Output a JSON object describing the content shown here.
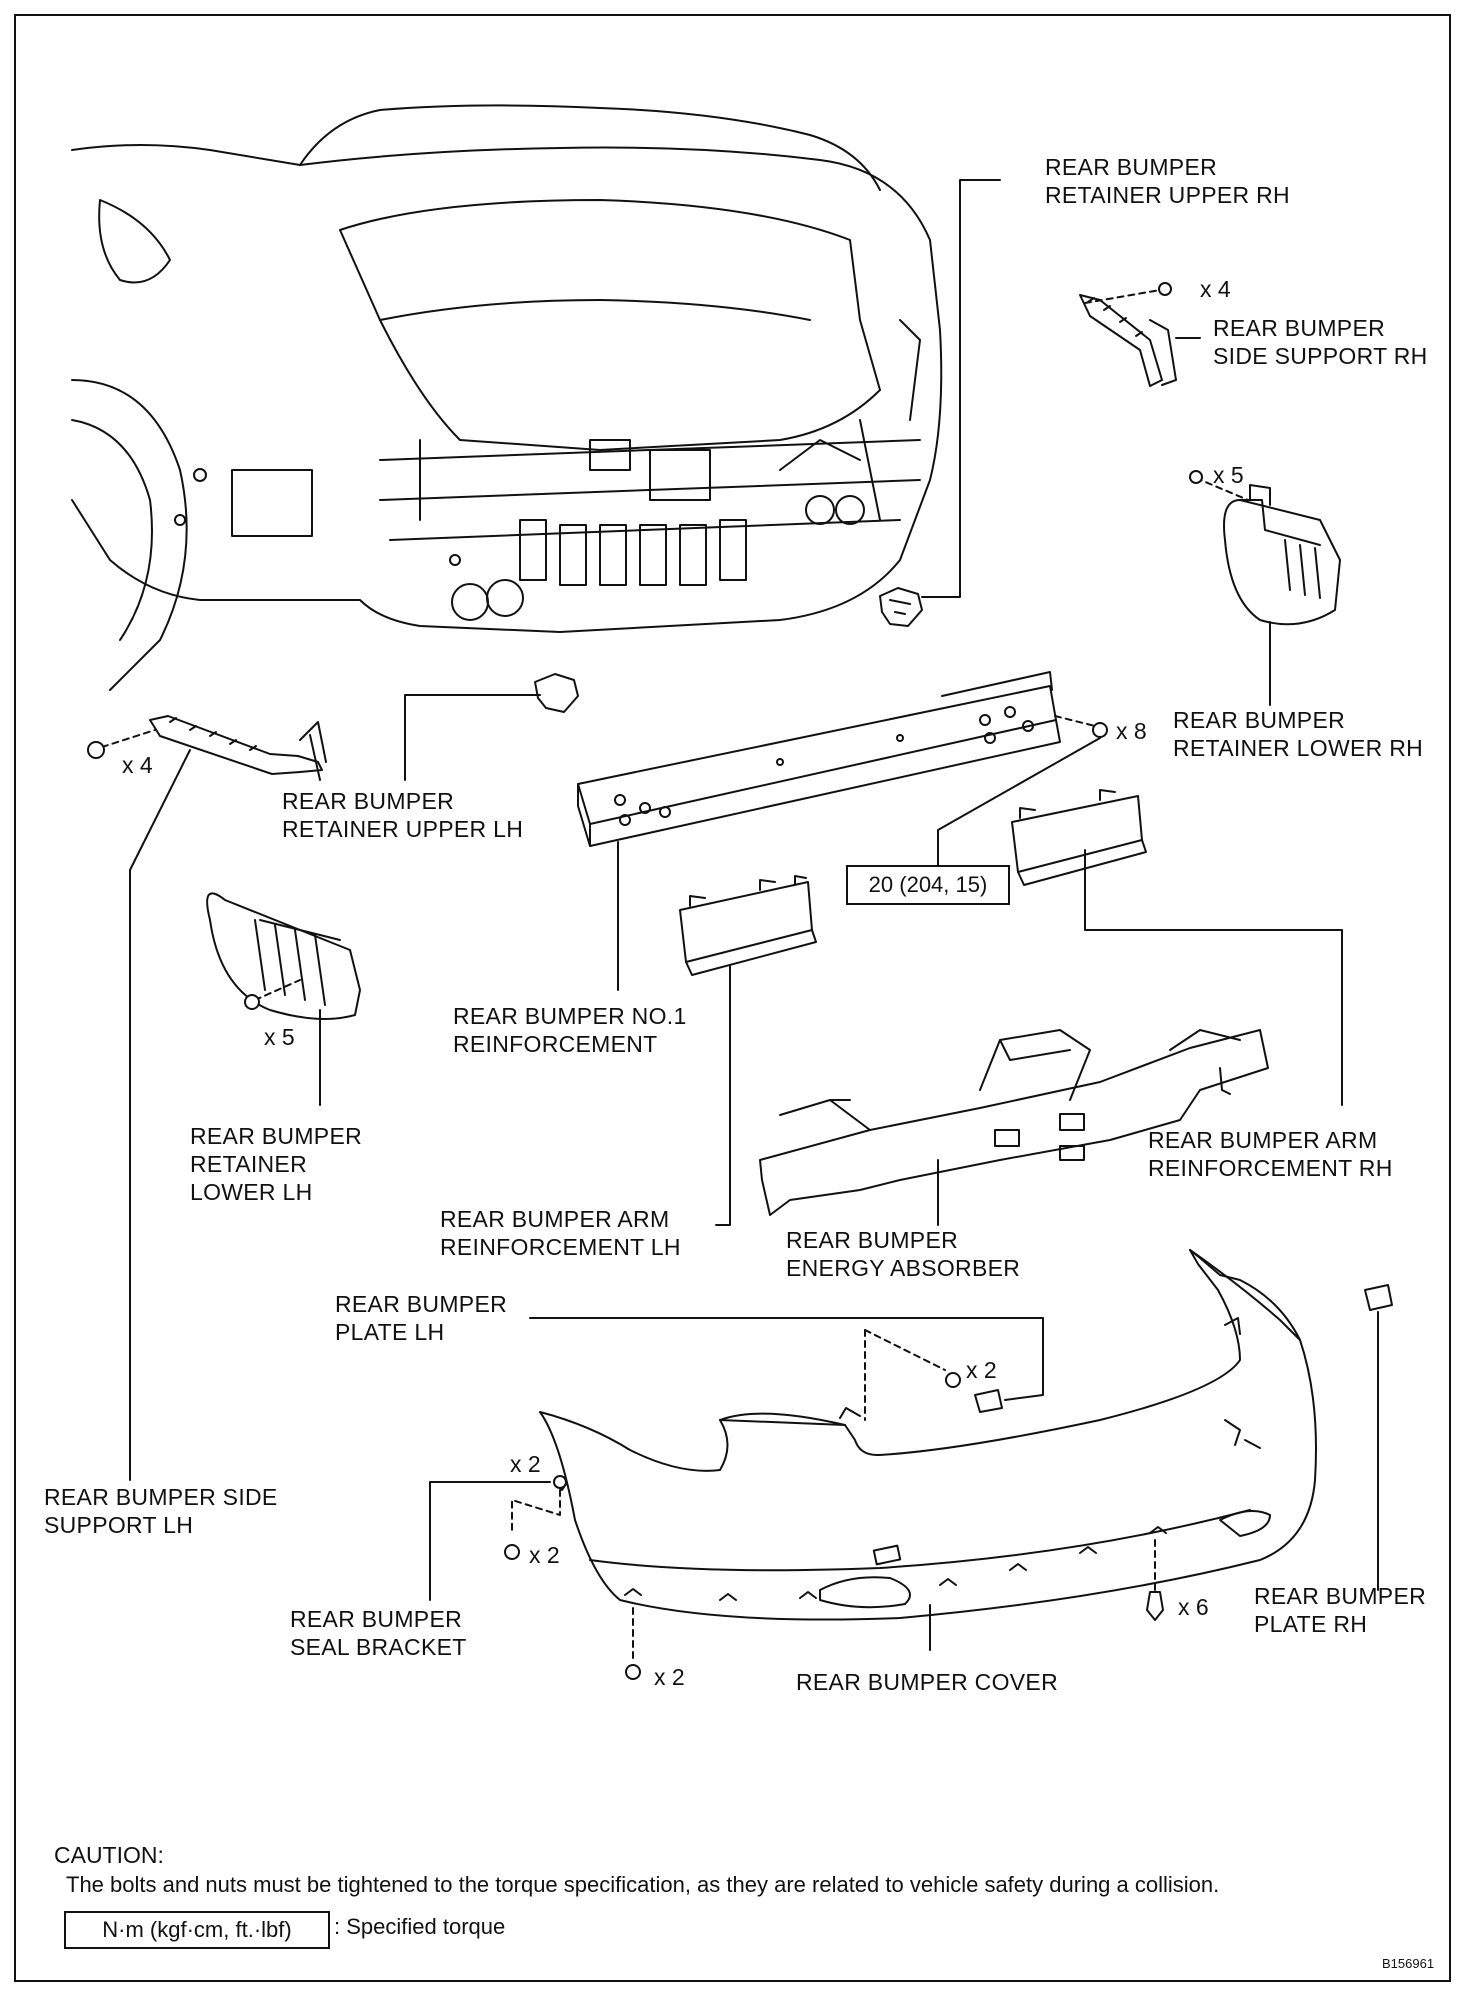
{
  "labels": {
    "retainer_upper_rh": "REAR BUMPER\nRETAINER UPPER RH",
    "side_support_rh": "REAR BUMPER\nSIDE SUPPORT RH",
    "retainer_lower_rh": "REAR BUMPER\nRETAINER LOWER RH",
    "retainer_upper_lh": "REAR BUMPER\nRETAINER UPPER LH",
    "no1_reinforcement": "REAR BUMPER NO.1\nREINFORCEMENT",
    "retainer_lower_lh": "REAR BUMPER\nRETAINER\nLOWER LH",
    "arm_reinforcement_lh": "REAR BUMPER ARM\nREINFORCEMENT LH",
    "energy_absorber": "REAR BUMPER\nENERGY ABSORBER",
    "arm_reinforcement_rh": "REAR BUMPER ARM\nREINFORCEMENT RH",
    "plate_lh": "REAR BUMPER\nPLATE LH",
    "side_support_lh": "REAR BUMPER SIDE\nSUPPORT LH",
    "seal_bracket": "REAR BUMPER\nSEAL BRACKET",
    "bumper_cover": "REAR BUMPER COVER",
    "plate_rh": "REAR BUMPER\nPLATE RH"
  },
  "quantities": {
    "side_support_rh_fasteners": "x 4",
    "retainer_lower_rh_fasteners": "x 5",
    "reinforcement_bolts": "x 8",
    "side_support_lh_fasteners": "x 4",
    "retainer_lower_lh_fasteners": "x 5",
    "plate_lh_fasteners": "x 2",
    "seal_bracket_upper": "x 2",
    "seal_bracket_lower": "x 2",
    "cover_bottom_left": "x 2",
    "cover_bottom_right": "x 6"
  },
  "torque": "20 (204, 15)",
  "caution": {
    "title": "CAUTION:",
    "text": "The bolts and nuts must be tightened to the torque specification, as they are related to vehicle safety during a collision."
  },
  "legend": {
    "unit": "N·m (kgf·cm, ft.·lbf)",
    "description": ": Specified torque"
  },
  "document_id": "B156961"
}
